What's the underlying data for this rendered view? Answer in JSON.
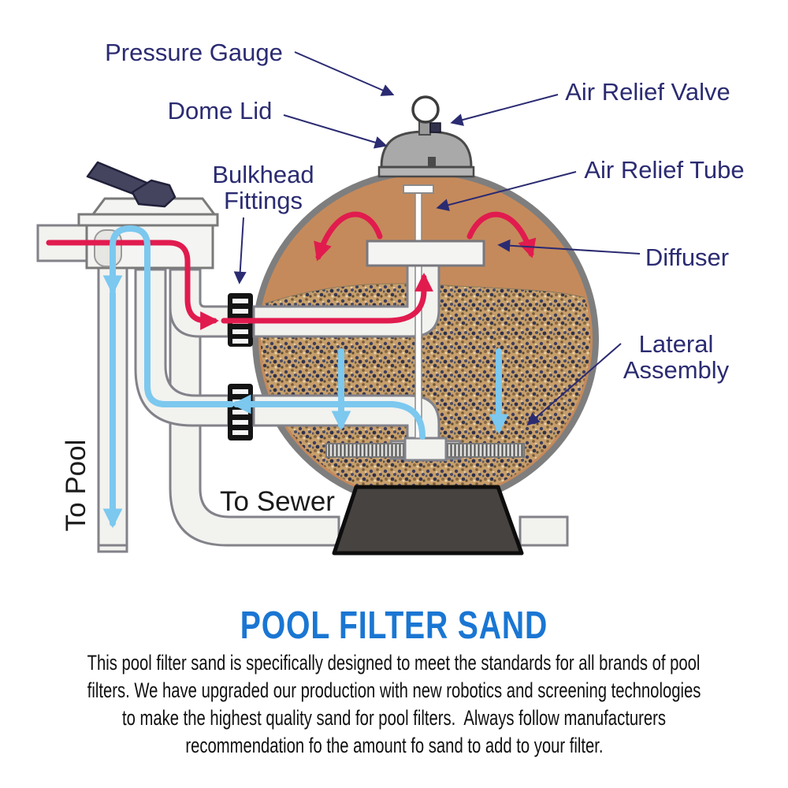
{
  "diagram": {
    "labels": {
      "pressure_gauge": "Pressure Gauge",
      "dome_lid": "Dome Lid",
      "bulkhead_line1": "Bulkhead",
      "bulkhead_line2": "Fittings",
      "air_relief_valve": "Air Relief Valve",
      "air_relief_tube": "Air Relief Tube",
      "diffuser": "Diffuser",
      "lateral_line1": "Lateral",
      "lateral_line2": "Assembly",
      "to_pool": "To Pool",
      "to_sewer": "To Sewer"
    },
    "colors": {
      "label_navy": "#2b2b72",
      "plain_black": "#1b1b1b",
      "flow_red": "#e11b4e",
      "flow_blue": "#7cc8ef",
      "tank_brown": "#c58a5b",
      "sand_tan": "#c79f6b",
      "tank_rim_grey": "#7e7e7e",
      "dome_grey": "#a9a9a9",
      "base_dark": "#474341",
      "pipe_white": "#f2f2ef"
    }
  },
  "title": "POOL FILTER SAND",
  "paragraph": {
    "line1": "This pool filter sand is specifically designed to meet the standards for all brands of pool",
    "line2": "filters. We have upgraded our production with new robotics and screening technologies",
    "line3": "to make the highest quality sand for pool filters.  Always follow manufacturers",
    "line4": "recommendation fo the amount fo sand to add to your filter."
  }
}
